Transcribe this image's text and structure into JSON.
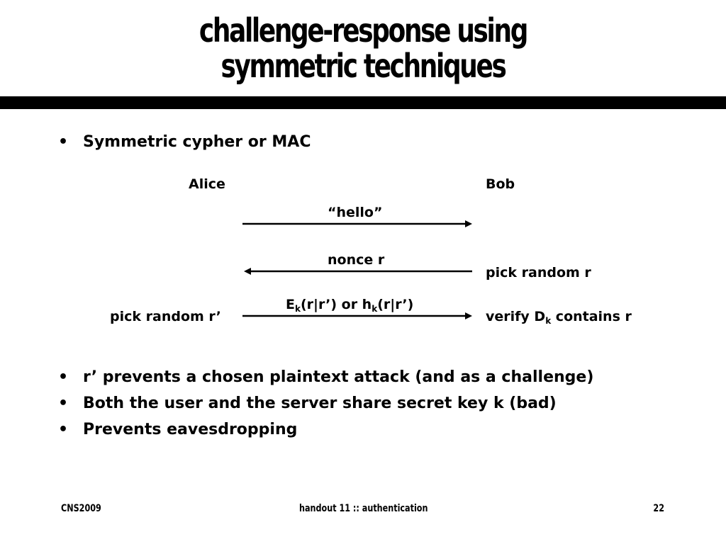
{
  "title": {
    "line1": "challenge-response using",
    "line2": "symmetric techniques"
  },
  "intro_bullet": "Symmetric cypher or MAC",
  "diagram": {
    "left_party": "Alice",
    "right_party": "Bob",
    "msg1": "“hello”",
    "msg2": "nonce r",
    "bob_note1": "pick random r",
    "msg3": {
      "e": "E",
      "sub1": "k",
      "mid": "(r|r’) or h",
      "sub2": "k",
      "end": "(r|r’)"
    },
    "alice_note": "pick random r’",
    "bob_note2": {
      "pre": "verify D",
      "sub": "k",
      "post": " contains r"
    }
  },
  "bullets": [
    "r’ prevents a chosen plaintext attack (and as a challenge)",
    "Both the user and the server share secret key k (bad)",
    "Prevents eavesdropping"
  ],
  "bullet_glyph": "•",
  "footer": {
    "left": "CNS2009",
    "center": "handout 11 :: authentication",
    "right": "22"
  }
}
